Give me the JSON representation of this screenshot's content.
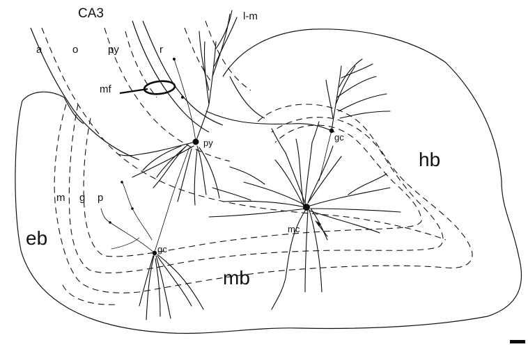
{
  "labels": {
    "ca3": "CA3",
    "lm": "l-m",
    "a": "a",
    "o": "o",
    "py_layer": "py",
    "r": "r",
    "mf": "mf",
    "py_cell": "py",
    "gc_upper": "gc",
    "hb": "hb",
    "m": "m",
    "g": "g",
    "p": "p",
    "eb": "eb",
    "mc": "mc",
    "gc_lower": "gc",
    "mb": "mb"
  },
  "colors": {
    "ink": "#0a0a0a",
    "background": "#ffffff"
  }
}
